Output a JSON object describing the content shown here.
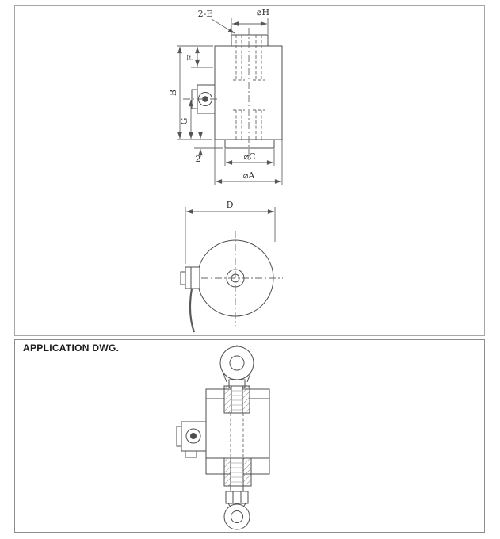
{
  "colors": {
    "background": "#ffffff",
    "drawing_line": "#4d4d4d",
    "dimension_line": "#666666",
    "text": "#333333",
    "panel_border": "#9a9a9a"
  },
  "dimension_panel": {
    "labels": {
      "thread_callout": "2-E",
      "dia_h": "⌀H",
      "f": "F",
      "b": "B",
      "g": "G",
      "base_thickness": "2",
      "dia_c": "⌀C",
      "dia_a": "⌀A",
      "d": "D"
    }
  },
  "application_panel": {
    "title": "APPLICATION DWG."
  }
}
